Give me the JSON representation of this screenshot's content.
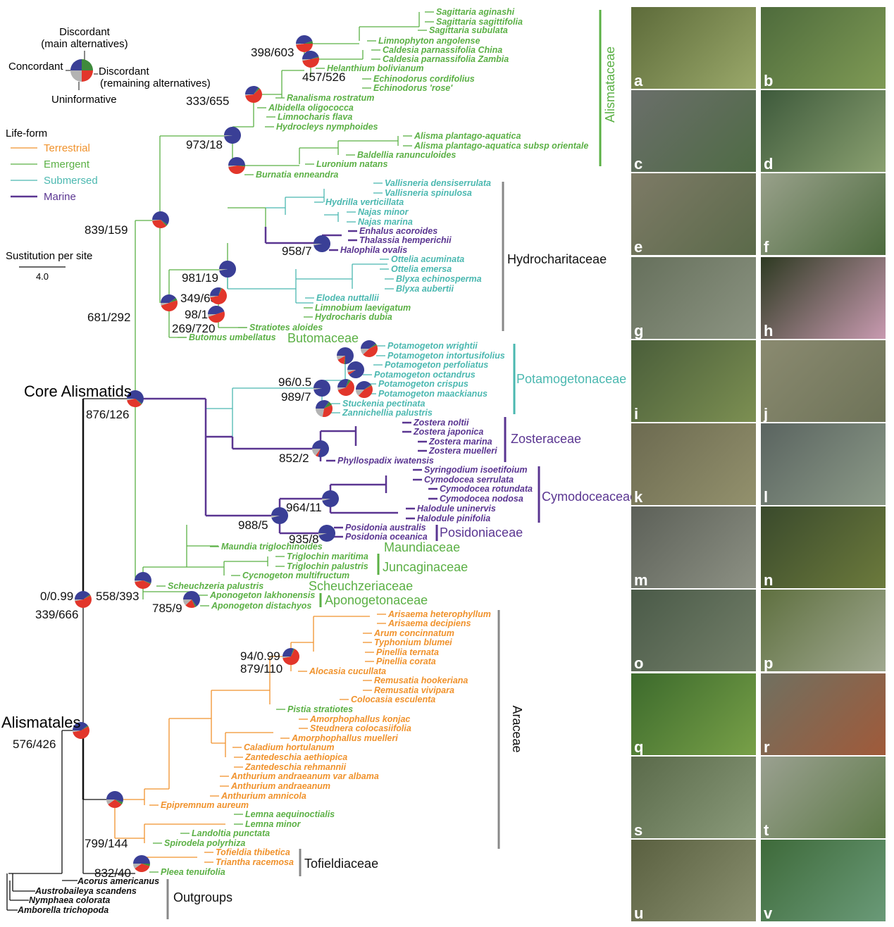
{
  "colors": {
    "terrestrial": "#f0922c",
    "emergent": "#5bb045",
    "submersed": "#4bb8b0",
    "marine": "#5a3591",
    "black": "#111111",
    "concordant": "#3a3f96",
    "main_alt": "#3f8a3c",
    "remaining_alt": "#e2362b",
    "uninformative": "#b3b3b3"
  },
  "legend": {
    "pie": {
      "top": "Discordant",
      "top2": "(main alternatives)",
      "left": "Concordant",
      "right": "Discordant",
      "right2": "(remaining alternatives)",
      "bottom": "Uninformative"
    },
    "lifeform_title": "Life-form",
    "lifeforms": [
      "Terrestrial",
      "Emergent",
      "Submersed",
      "Marine"
    ],
    "scale_title": "Sustitution per site",
    "scale_value": "4.0"
  },
  "clade_labels": {
    "core": "Core Alismatids",
    "alismatales": "Alismatales"
  },
  "taxa": [
    [
      "Sagittaria aginashi",
      "e"
    ],
    [
      "Sagittaria sagittifolia",
      "e"
    ],
    [
      "Sagittaria subulata",
      "e"
    ],
    [
      "Limnophyton angolense",
      "e"
    ],
    [
      "Caldesia parnassifolia China",
      "e"
    ],
    [
      "Caldesia parnassifolia Zambia",
      "e"
    ],
    [
      "Helanthium bolivianum",
      "e"
    ],
    [
      "Echinodorus cordifolius",
      "e"
    ],
    [
      "Echinodorus 'rose'",
      "e"
    ],
    [
      "Ranalisma rostratum",
      "e"
    ],
    [
      "Albidella oligococca",
      "e"
    ],
    [
      "Limnocharis flava",
      "e"
    ],
    [
      "Hydrocleys nymphoides",
      "e"
    ],
    [
      "Alisma plantago-aquatica",
      "e"
    ],
    [
      "Alisma plantago-aquatica subsp orientale",
      "e"
    ],
    [
      "Baldellia ranunculoides",
      "e"
    ],
    [
      "Luronium natans",
      "e"
    ],
    [
      "Burnatia enneandra",
      "e"
    ],
    [
      "Vallisneria densiserrulata",
      "s"
    ],
    [
      "Vallisneria spinulosa",
      "s"
    ],
    [
      "Hydrilla verticillata",
      "s"
    ],
    [
      "Najas minor",
      "s"
    ],
    [
      "Najas marina",
      "s"
    ],
    [
      "Enhalus acoroides",
      "m"
    ],
    [
      "Thalassia hemperichii",
      "m"
    ],
    [
      "Halophila ovalis",
      "m"
    ],
    [
      "Ottelia acuminata",
      "s"
    ],
    [
      "Ottelia emersa",
      "s"
    ],
    [
      "Blyxa echinosperma",
      "s"
    ],
    [
      "Blyxa aubertii",
      "s"
    ],
    [
      "Elodea nuttallii",
      "s"
    ],
    [
      "Limnobium laevigatum",
      "e"
    ],
    [
      "Hydrocharis dubia",
      "e"
    ],
    [
      "Stratiotes aloides",
      "e"
    ],
    [
      "Butomus umbellatus",
      "e"
    ],
    [
      "Potamogeton wrightii",
      "s"
    ],
    [
      "Potamogeton intortusifolius",
      "s"
    ],
    [
      "Potamogeton perfoliatus",
      "s"
    ],
    [
      "Potamogeton octandrus",
      "s"
    ],
    [
      "Potamogeton crispus",
      "s"
    ],
    [
      "Potamogeton maackianus",
      "s"
    ],
    [
      "Stuckenia pectinata",
      "s"
    ],
    [
      "Zannichellia palustris",
      "s"
    ],
    [
      "Zostera noltii",
      "m"
    ],
    [
      "Zostera japonica",
      "m"
    ],
    [
      "Zostera marina",
      "m"
    ],
    [
      "Zostera muelleri",
      "m"
    ],
    [
      "Phyllospadix iwatensis",
      "m"
    ],
    [
      "Syringodium isoetifoium",
      "m"
    ],
    [
      "Cymodocea serrulata",
      "m"
    ],
    [
      "Cymodocea rotundata",
      "m"
    ],
    [
      "Cymodocea nodosa",
      "m"
    ],
    [
      "Halodule uninervis",
      "m"
    ],
    [
      "Halodule pinifolia",
      "m"
    ],
    [
      "Posidonia australis",
      "m"
    ],
    [
      "Posidonia oceanica",
      "m"
    ],
    [
      "Maundia triglochinoides",
      "e"
    ],
    [
      "Triglochin maritima",
      "e"
    ],
    [
      "Triglochin palustris",
      "e"
    ],
    [
      "Cycnogeton multifructum",
      "e"
    ],
    [
      "Scheuchzeria palustris",
      "e"
    ],
    [
      "Aponogeton lakhonensis",
      "e"
    ],
    [
      "Aponogeton distachyos",
      "e"
    ],
    [
      "Arisaema heterophyllum",
      "t"
    ],
    [
      "Arisaema decipiens",
      "t"
    ],
    [
      "Arum concinnatum",
      "t"
    ],
    [
      "Typhonium blumei",
      "t"
    ],
    [
      "Pinellia ternata",
      "t"
    ],
    [
      "Pinellia corata",
      "t"
    ],
    [
      "Alocasia cucullata",
      "t"
    ],
    [
      "Remusatia hookeriana",
      "t"
    ],
    [
      "Remusatia vivipara",
      "t"
    ],
    [
      "Colocasia esculenta",
      "t"
    ],
    [
      "Pistia stratiotes",
      "e"
    ],
    [
      "Amorphophallus konjac",
      "t"
    ],
    [
      "Steudnera colocasiifolia",
      "t"
    ],
    [
      "Amorphophallus muelleri",
      "t"
    ],
    [
      "Caladium hortulanum",
      "t"
    ],
    [
      "Zantedeschia aethiopica",
      "t"
    ],
    [
      "Zantedeschia rehmannii",
      "t"
    ],
    [
      "Anthurium andraeanum var albama",
      "t"
    ],
    [
      "Anthurium andraeanum",
      "t"
    ],
    [
      "Anthurium amnicola",
      "t"
    ],
    [
      "Epipremnum aureum",
      "t"
    ],
    [
      "Lemna aequinoctialis",
      "e"
    ],
    [
      "Lemna minor",
      "e"
    ],
    [
      "Landoltia punctata",
      "e"
    ],
    [
      "Spirodela polyrhiza",
      "e"
    ],
    [
      "Tofieldia thibetica",
      "t"
    ],
    [
      "Triantha racemosa",
      "t"
    ],
    [
      "Pleea tenuifolia",
      "e"
    ],
    [
      "Acorus americanus",
      "k"
    ],
    [
      "Austrobaileya scandens",
      "k"
    ],
    [
      "Nymphaea colorata",
      "k"
    ],
    [
      "Amborella trichopoda",
      "k"
    ]
  ],
  "families": [
    [
      "Alismataceae",
      "e"
    ],
    [
      "Hydrocharitaceae",
      "k"
    ],
    [
      "Butomaceae",
      "e"
    ],
    [
      "Potamogetonaceae",
      "s"
    ],
    [
      "Zosteraceae",
      "m"
    ],
    [
      "Cymodoceaceae",
      "m"
    ],
    [
      "Posidoniaceae",
      "m"
    ],
    [
      "Maundiaceae",
      "e"
    ],
    [
      "Juncaginaceae",
      "e"
    ],
    [
      "Scheuchzeriaceae",
      "e"
    ],
    [
      "Aponogetonaceae",
      "e"
    ],
    [
      "Araceae",
      "k"
    ],
    [
      "Tofieldiaceae",
      "k"
    ],
    [
      "Outgroups",
      "k"
    ]
  ],
  "node_labels": [
    [
      "398/603",
      "k"
    ],
    [
      "457/526",
      "k"
    ],
    [
      "333/655",
      "k"
    ],
    [
      "973/18",
      "k"
    ],
    [
      "839/159",
      "k"
    ],
    [
      "958/7",
      "k"
    ],
    [
      "981/19",
      "k"
    ],
    [
      "349/633",
      "k"
    ],
    [
      "98/1",
      "b"
    ],
    [
      "269/720",
      "k"
    ],
    [
      "681/292",
      "k"
    ],
    [
      "96/0.5",
      "e"
    ],
    [
      "989/7",
      "k"
    ],
    [
      "876/126",
      "k"
    ],
    [
      "852/2",
      "k"
    ],
    [
      "964/11",
      "k"
    ],
    [
      "988/5",
      "k"
    ],
    [
      "935/8",
      "k"
    ],
    [
      "558/393",
      "k"
    ],
    [
      "785/9",
      "k"
    ],
    [
      "0/0.99",
      "e"
    ],
    [
      "339/666",
      "k"
    ],
    [
      "94/0.99",
      "e"
    ],
    [
      "879/110",
      "k"
    ],
    [
      "576/426",
      "k"
    ],
    [
      "799/144",
      "k"
    ],
    [
      "832/40",
      "k"
    ]
  ],
  "pies": [
    [
      0.45,
      0.05,
      0.48,
      0.02
    ],
    [
      0.45,
      0.02,
      0.5,
      0.03
    ],
    [
      0.35,
      0.03,
      0.6,
      0.02
    ],
    [
      0.98,
      0,
      0,
      0.02
    ],
    [
      0.5,
      0.02,
      0.45,
      0.03
    ],
    [
      0.6,
      0.03,
      0.35,
      0.02
    ],
    [
      0.97,
      0,
      0,
      0.03
    ],
    [
      0.97,
      0,
      0,
      0.03
    ],
    [
      0.3,
      0.02,
      0.65,
      0.03
    ],
    [
      0.45,
      0,
      0.5,
      0.05
    ],
    [
      0.4,
      0.05,
      0.5,
      0.05
    ],
    [
      0.75,
      0.02,
      0.15,
      0.08
    ],
    [
      0.4,
      0.03,
      0.45,
      0.12
    ],
    [
      0.9,
      0,
      0.05,
      0.05
    ],
    [
      0.97,
      0,
      0,
      0.03
    ],
    [
      0.3,
      0.05,
      0.6,
      0.05
    ],
    [
      0.4,
      0.02,
      0.45,
      0.13
    ],
    [
      0.35,
      0.08,
      0.35,
      0.22
    ],
    [
      0.8,
      0,
      0.05,
      0.15
    ],
    [
      0.96,
      0,
      0,
      0.04
    ],
    [
      0.96,
      0,
      0,
      0.04
    ],
    [
      0.96,
      0,
      0,
      0.04
    ],
    [
      0.6,
      0.02,
      0.35,
      0.03
    ],
    [
      0.55,
      0.02,
      0.4,
      0.03
    ],
    [
      0.65,
      0.03,
      0.2,
      0.12
    ],
    [
      0.4,
      0.02,
      0.55,
      0.03
    ],
    [
      0.3,
      0.02,
      0.65,
      0.03
    ],
    [
      0.4,
      0.02,
      0.55,
      0.03
    ],
    [
      0.55,
      0.05,
      0.3,
      0.1
    ],
    [
      0.5,
      0.05,
      0.35,
      0.1
    ]
  ],
  "photo_letters": [
    "a",
    "b",
    "c",
    "d",
    "e",
    "f",
    "g",
    "h",
    "i",
    "j",
    "k",
    "l",
    "m",
    "n",
    "o",
    "p",
    "q",
    "r",
    "s",
    "t",
    "u",
    "v"
  ]
}
